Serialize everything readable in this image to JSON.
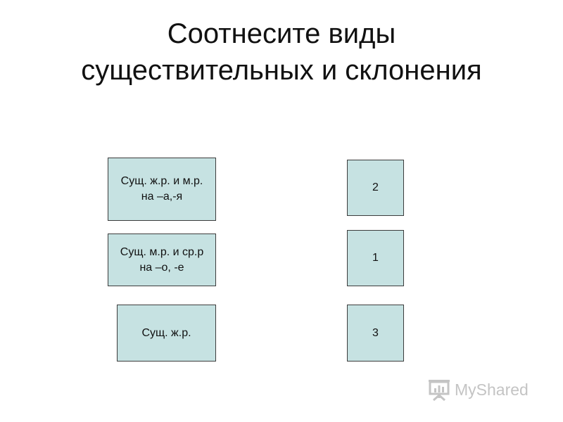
{
  "title": {
    "lines": [
      "Соотнесите виды",
      "существительных и склонения"
    ]
  },
  "left_cards": [
    {
      "lines": [
        "Сущ. ж.р. и м.р.",
        "на –а,-я"
      ]
    },
    {
      "lines": [
        "Сущ. м.р. и ср.р",
        "на –о, -е"
      ]
    },
    {
      "lines": [
        "Сущ. ж.р."
      ]
    }
  ],
  "right_cards": [
    {
      "label": "2"
    },
    {
      "label": "1"
    },
    {
      "label": "3"
    }
  ],
  "watermark": {
    "text": "MyShared",
    "icon": "presentation-board-icon"
  },
  "colors": {
    "card_fill": "#c6e2e2",
    "card_border": "#3c3c3c",
    "watermark": "#c4c4c4"
  }
}
